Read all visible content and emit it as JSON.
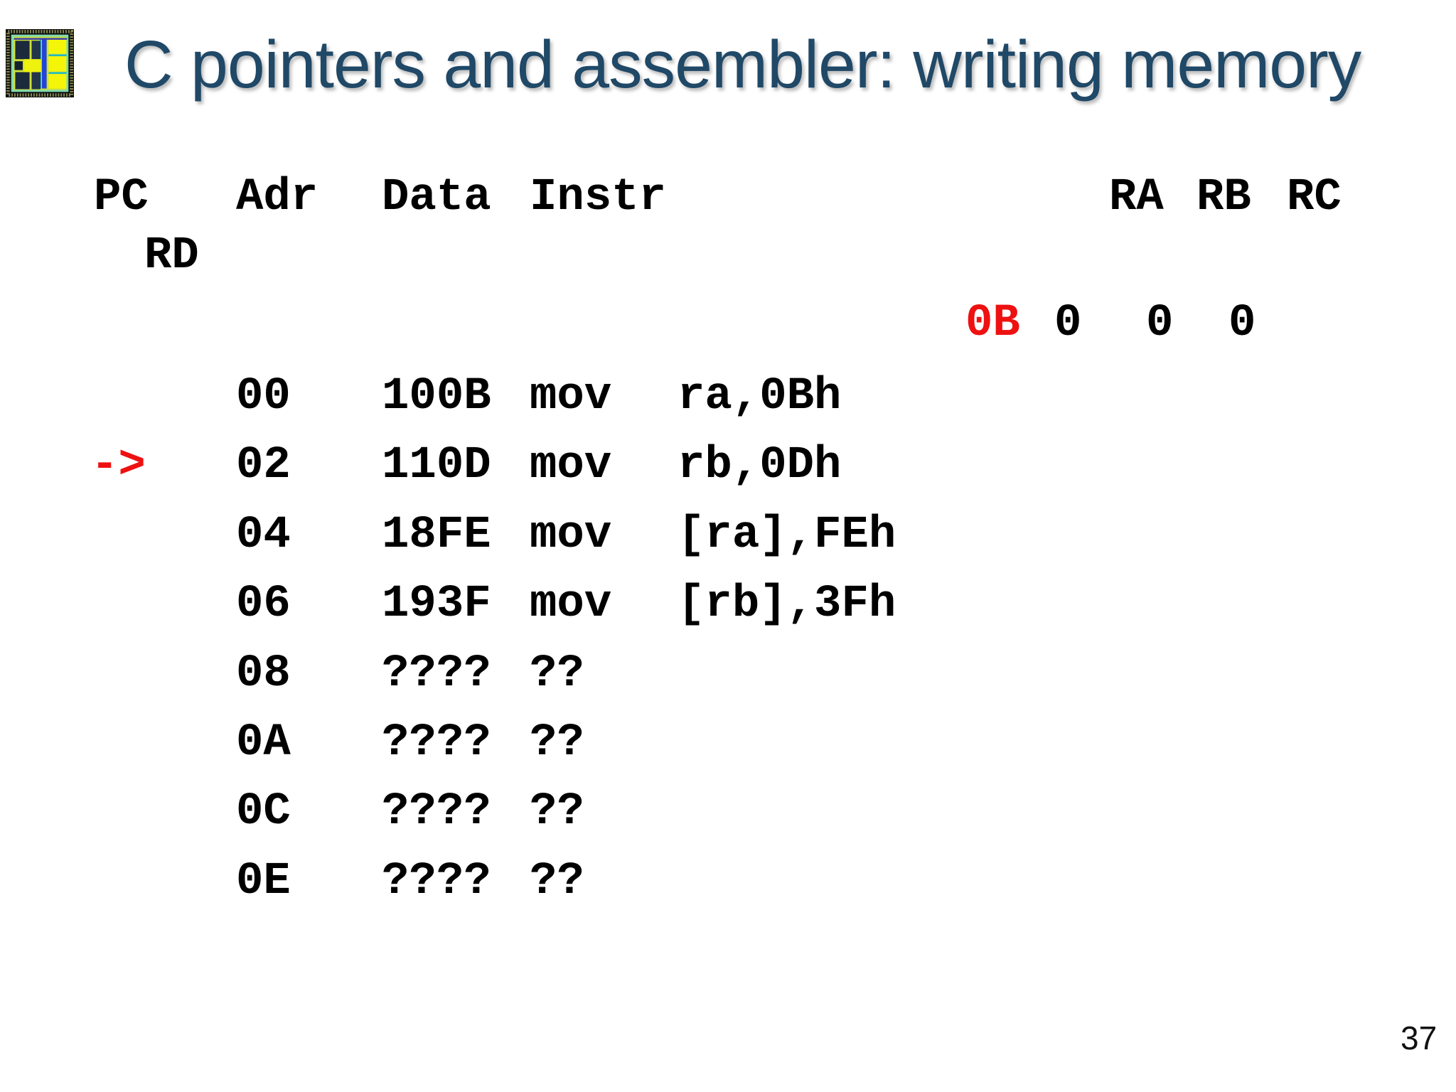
{
  "slide": {
    "title": "C pointers and assembler: writing memory",
    "page_number": "37",
    "colors": {
      "title_blue": "#204867",
      "highlight_red": "#ee1111",
      "text_black": "#000000"
    }
  },
  "icon": {
    "name": "chip-die-icon"
  },
  "table": {
    "headers": {
      "pc": "PC",
      "adr": "Adr",
      "data": "Data",
      "instr": "Instr",
      "ra": "RA",
      "rb": "RB",
      "rc": "RC",
      "rd": "RD"
    },
    "registers": {
      "ra": "0B",
      "rb": "0",
      "rc": "0",
      "rd": "0",
      "ra_highlighted": true
    },
    "pc_marker": "->",
    "rows": [
      {
        "adr": "00",
        "data": "100B",
        "instr": "mov",
        "operand": "ra,0Bh",
        "current": false
      },
      {
        "adr": "02",
        "data": "110D",
        "instr": "mov",
        "operand": "rb,0Dh",
        "current": true
      },
      {
        "adr": "04",
        "data": "18FE",
        "instr": "mov",
        "operand": "[ra],FEh",
        "current": false
      },
      {
        "adr": "06",
        "data": "193F",
        "instr": "mov",
        "operand": "[rb],3Fh",
        "current": false
      },
      {
        "adr": "08",
        "data": "????",
        "instr": "??",
        "operand": "",
        "current": false
      },
      {
        "adr": "0A",
        "data": "????",
        "instr": "??",
        "operand": "",
        "current": false
      },
      {
        "adr": "0C",
        "data": "????",
        "instr": "??",
        "operand": "",
        "current": false
      },
      {
        "adr": "0E",
        "data": "????",
        "instr": "??",
        "operand": "",
        "current": false
      }
    ]
  }
}
